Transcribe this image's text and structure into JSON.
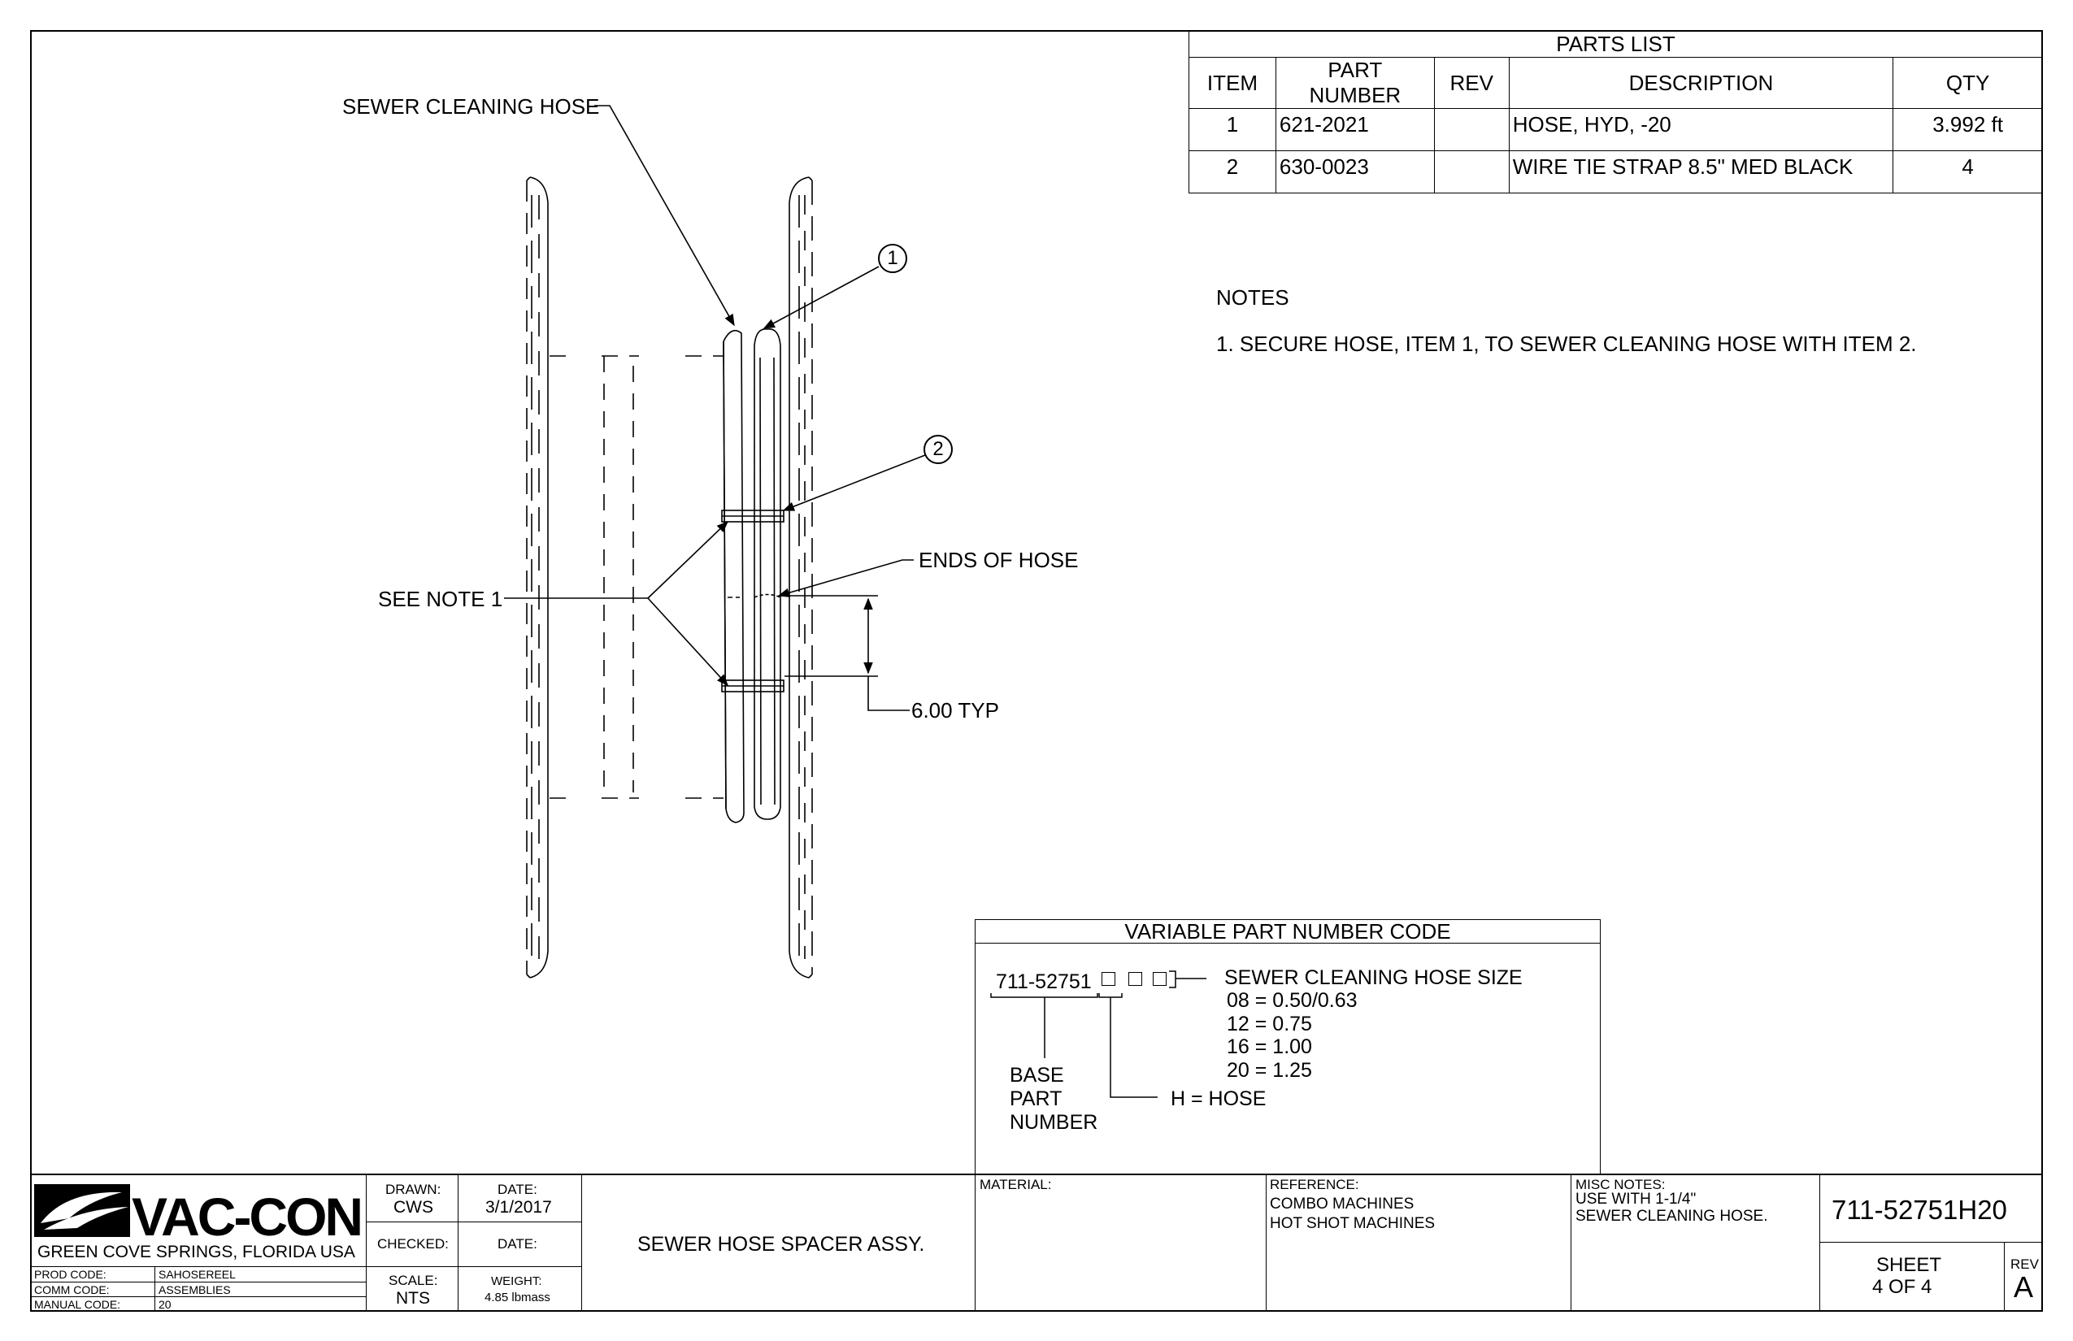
{
  "parts_list": {
    "title": "PARTS LIST",
    "headers": [
      "ITEM",
      "PART NUMBER",
      "REV",
      "DESCRIPTION",
      "QTY"
    ],
    "rows": [
      {
        "item": "1",
        "part_number": "621-2021",
        "rev": "",
        "description": "HOSE, HYD, -20",
        "qty": "3.992 ft"
      },
      {
        "item": "2",
        "part_number": "630-0023",
        "rev": "",
        "description": "WIRE TIE STRAP 8.5\" MED BLACK",
        "qty": "4"
      }
    ]
  },
  "notes": {
    "title": "NOTES",
    "items": [
      "1.  SECURE HOSE, ITEM 1, TO SEWER CLEANING HOSE WITH ITEM 2."
    ]
  },
  "callouts": {
    "sewer_cleaning_hose": "SEWER CLEANING HOSE",
    "see_note_1": "SEE NOTE 1",
    "ends_of_hose": "ENDS OF HOSE",
    "dimension": "6.00 TYP",
    "balloon_1": "1",
    "balloon_2": "2"
  },
  "variable_part_number": {
    "title": "VARIABLE PART NUMBER CODE",
    "base": "711-52751",
    "size_title": "SEWER CLEANING HOSE SIZE",
    "sizes": [
      "08 = 0.50/0.63",
      "12 = 0.75",
      "16 = 1.00",
      "20 = 1.25"
    ],
    "base_label": [
      "BASE",
      "PART",
      "NUMBER"
    ],
    "h_label": "H = HOSE"
  },
  "title_block": {
    "company": "VAC-CON",
    "location": "GREEN COVE SPRINGS, FLORIDA USA",
    "prod_code_label": "PROD CODE:",
    "prod_code": "SAHOSEREEL",
    "comm_code_label": "COMM CODE:",
    "comm_code": "ASSEMBLIES",
    "manual_code_label": "MANUAL CODE:",
    "manual_code": "20",
    "drawn_label": "DRAWN:",
    "drawn": "CWS",
    "date_label": "DATE:",
    "date": "3/1/2017",
    "checked_label": "CHECKED:",
    "checked_date_label": "DATE:",
    "scale_label": "SCALE:",
    "scale": "NTS",
    "weight_label": "WEIGHT:",
    "weight": "4.85 lbmass",
    "title": "SEWER HOSE SPACER ASSY.",
    "material_label": "MATERIAL:",
    "reference_label": "REFERENCE:",
    "reference": [
      "COMBO MACHINES",
      "HOT SHOT MACHINES"
    ],
    "misc_notes_label": "MISC NOTES:",
    "misc_notes": [
      "USE WITH 1-1/4\"",
      "SEWER CLEANING HOSE."
    ],
    "drawing_number": "711-52751H20",
    "sheet_label": "SHEET",
    "sheet": "4  OF 4",
    "rev_label": "REV",
    "rev": "A"
  }
}
